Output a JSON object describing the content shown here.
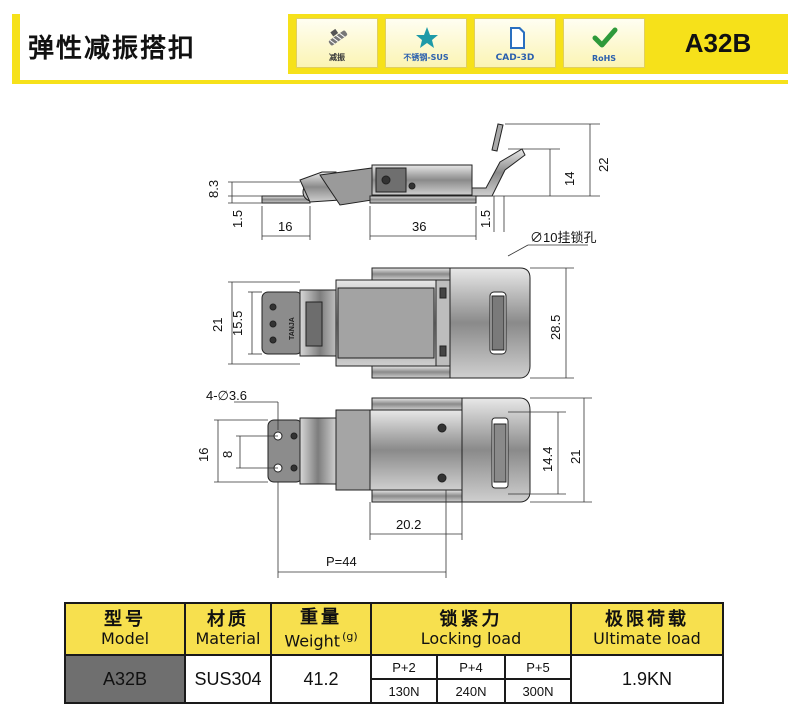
{
  "header": {
    "title": "弹性减振搭扣",
    "badges": [
      {
        "icon": "spring-icon",
        "label": "减振"
      },
      {
        "icon": "star-icon",
        "label": "不锈钢-SUS"
      },
      {
        "icon": "document-icon",
        "label": "CAD-3D"
      },
      {
        "icon": "checkmark-icon",
        "label": "RoHS"
      }
    ],
    "model_code": "A32B"
  },
  "drawing": {
    "side_view": {
      "dims": [
        "8.3",
        "1.5",
        "16",
        "36",
        "1.5",
        "14",
        "22"
      ]
    },
    "top_view": {
      "dims": [
        "21",
        "15.5",
        "28.5"
      ],
      "note": "∅10挂锁孔",
      "mark": "TANJA"
    },
    "bottom_view": {
      "dims": [
        "16",
        "8",
        "14.4",
        "21",
        "20.2",
        "P=44"
      ],
      "hole_note": "4-∅3.6"
    }
  },
  "table": {
    "headers": {
      "model": {
        "zh": "型号",
        "en": "Model"
      },
      "material": {
        "zh": "材质",
        "en": "Material"
      },
      "weight": {
        "zh": "重量",
        "en": "Weight",
        "unit": "(g)"
      },
      "locking": {
        "zh": "锁紧力",
        "en": "Locking load"
      },
      "ultimate": {
        "zh": "极限荷载",
        "en": "Ultimate load"
      }
    },
    "row": {
      "model": "A32B",
      "material": "SUS304",
      "weight": "41.2",
      "locking_labels": [
        "P+2",
        "P+4",
        "P+5"
      ],
      "locking_values": [
        "130N",
        "240N",
        "300N"
      ],
      "ultimate": "1.9KN"
    }
  }
}
